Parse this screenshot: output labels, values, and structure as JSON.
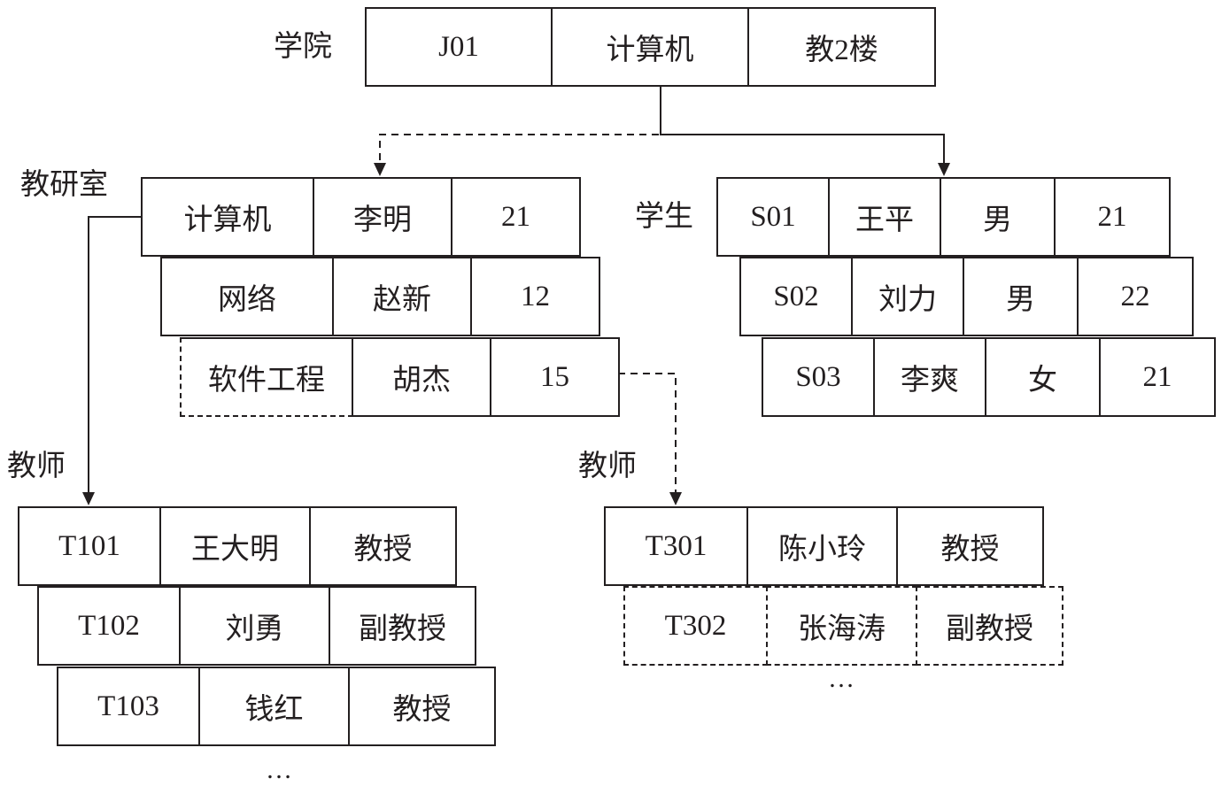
{
  "college": {
    "label": "学院",
    "cells": [
      "J01",
      "计算机",
      "教2楼"
    ]
  },
  "research_office": {
    "label": "教研室",
    "rows": [
      [
        "计算机",
        "李明",
        "21"
      ],
      [
        "网络",
        "赵新",
        "12"
      ],
      [
        "软件工程",
        "胡杰",
        "15"
      ]
    ]
  },
  "students": {
    "label": "学生",
    "rows": [
      [
        "S01",
        "王平",
        "男",
        "21"
      ],
      [
        "S02",
        "刘力",
        "男",
        "22"
      ],
      [
        "S03",
        "李爽",
        "女",
        "21"
      ]
    ]
  },
  "teachers_left": {
    "label": "教师",
    "rows": [
      [
        "T101",
        "王大明",
        "教授"
      ],
      [
        "T102",
        "刘勇",
        "副教授"
      ],
      [
        "T103",
        "钱红",
        "教授"
      ]
    ],
    "ellipsis": "…"
  },
  "teachers_right": {
    "label": "教师",
    "rows": [
      [
        "T301",
        "陈小玲",
        "教授"
      ],
      [
        "T302",
        "张海涛",
        "副教授"
      ]
    ],
    "ellipsis": "…"
  }
}
